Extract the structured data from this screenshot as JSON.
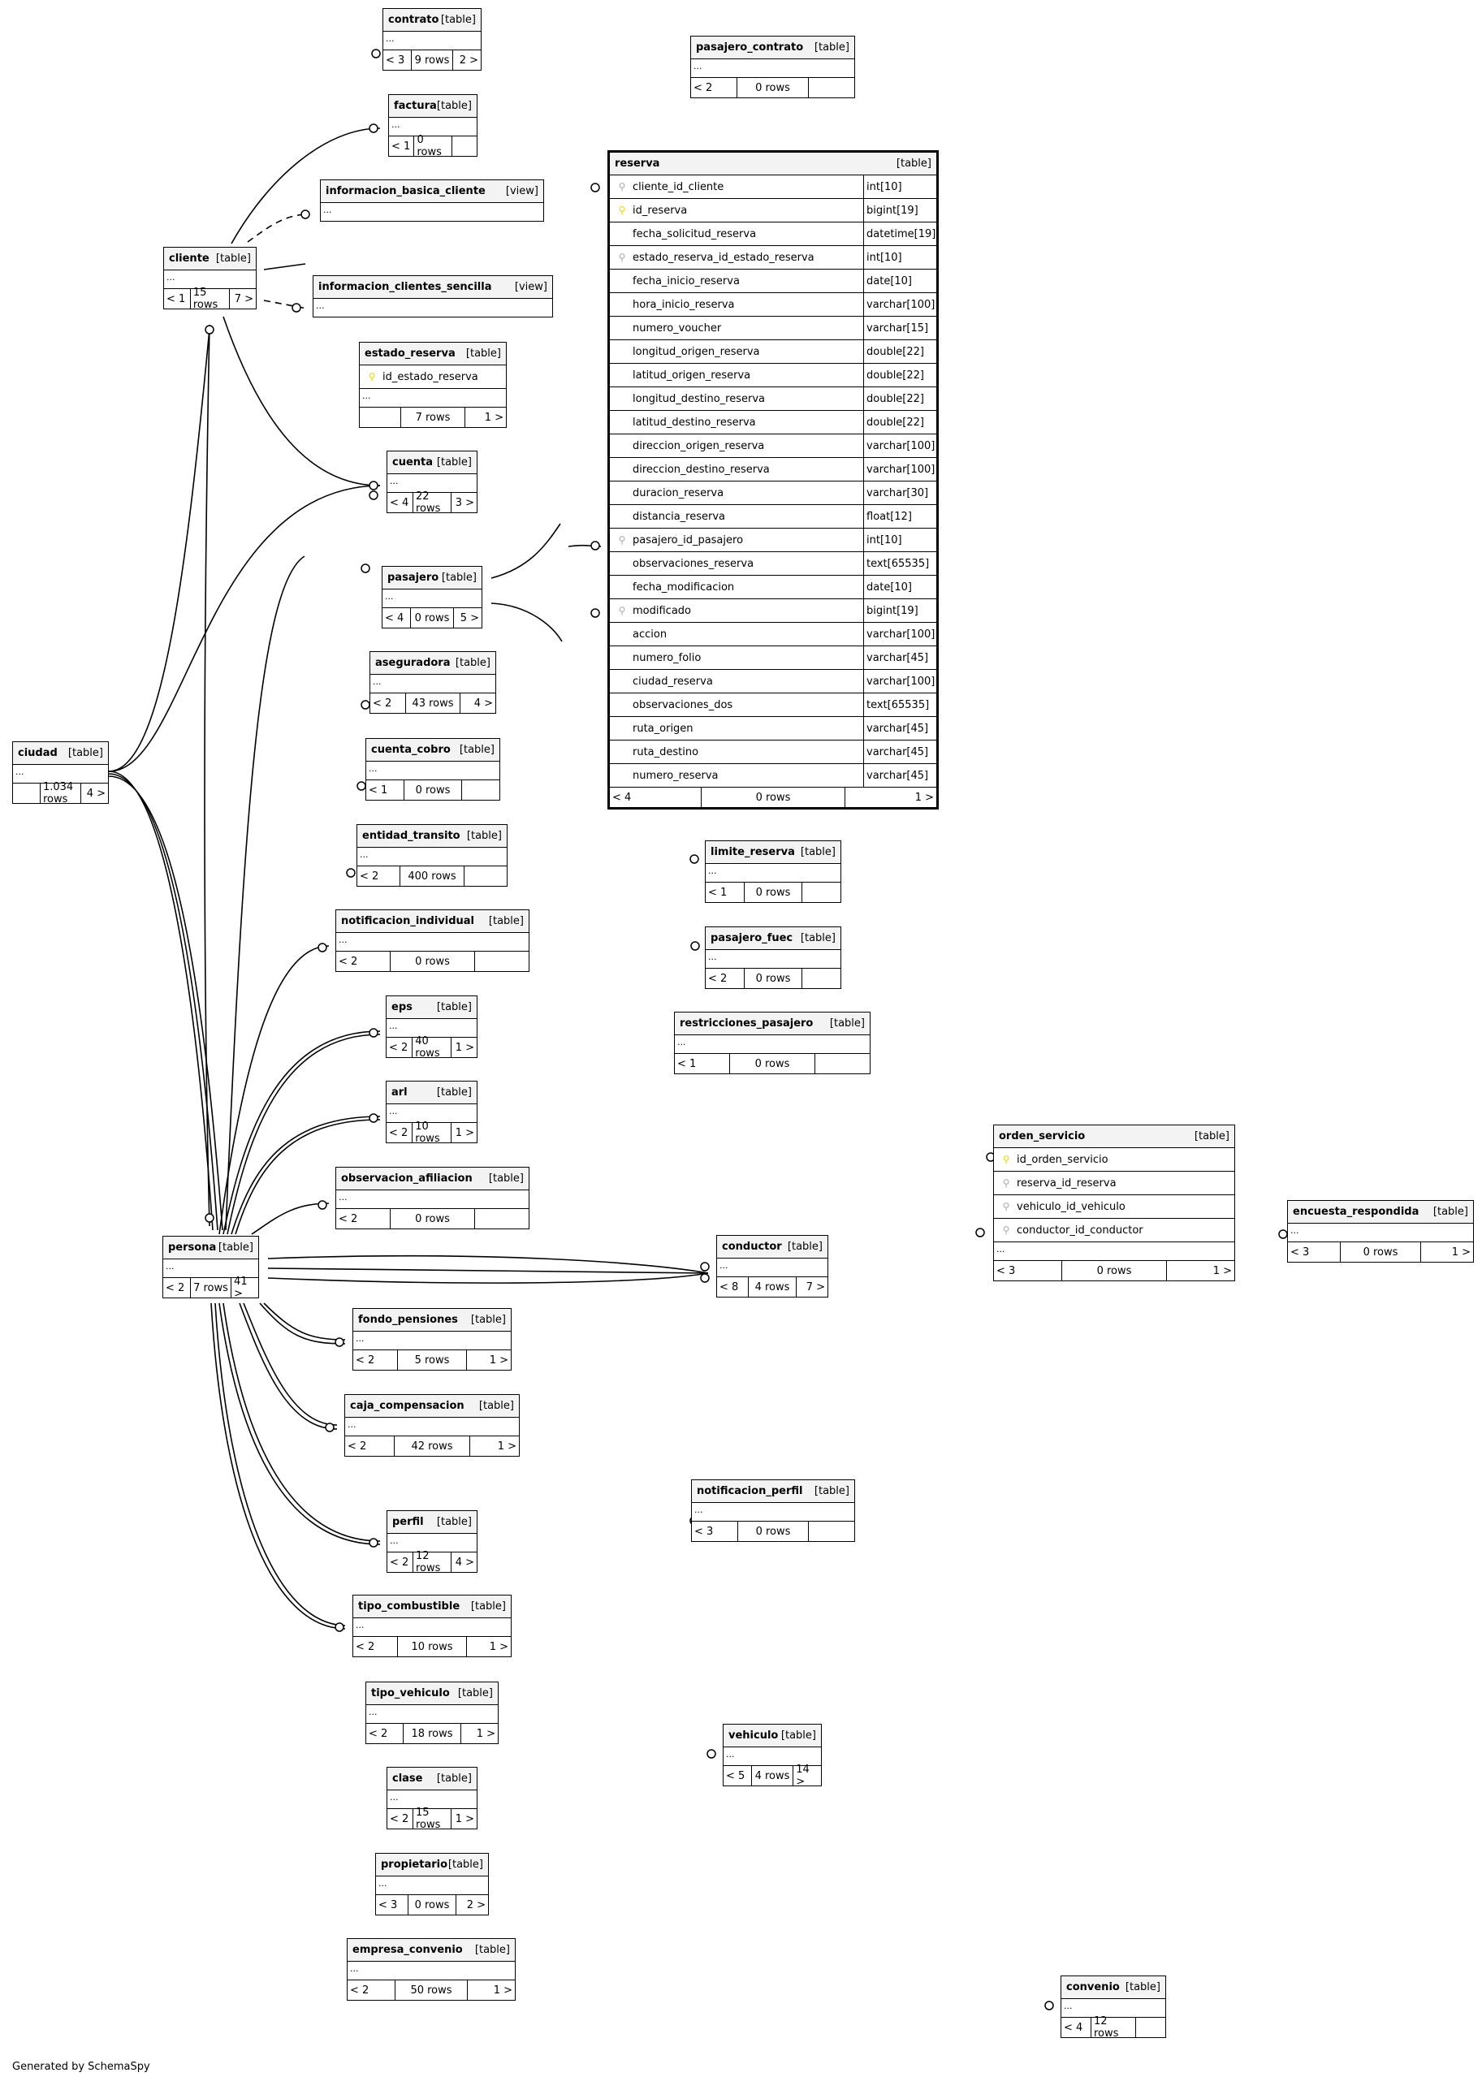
{
  "footer_text": "Generated by SchemaSpy",
  "tables": [
    {
      "name": "contrato",
      "kind": "[table]",
      "footer": [
        "< 3",
        "9 rows",
        "2 >"
      ]
    },
    {
      "name": "pasajero_contrato",
      "kind": "[table]",
      "footer": [
        "< 2",
        "0 rows",
        ""
      ]
    },
    {
      "name": "factura",
      "kind": "[table]",
      "footer": [
        "< 1",
        "0 rows",
        ""
      ]
    },
    {
      "name": "informacion_basica_cliente",
      "kind": "[view]"
    },
    {
      "name": "cliente",
      "kind": "[table]",
      "footer": [
        "< 1",
        "15 rows",
        "7 >"
      ]
    },
    {
      "name": "informacion_clientes_sencilla",
      "kind": "[view]"
    },
    {
      "name": "estado_reserva",
      "kind": "[table]",
      "columns": [
        {
          "name": "id_estado_reserva",
          "key": "pk"
        }
      ],
      "footer": [
        "",
        "7 rows",
        "1 >"
      ]
    },
    {
      "name": "cuenta",
      "kind": "[table]",
      "footer": [
        "< 4",
        "22 rows",
        "3 >"
      ]
    },
    {
      "name": "pasajero",
      "kind": "[table]",
      "footer": [
        "< 4",
        "0 rows",
        "5 >"
      ]
    },
    {
      "name": "aseguradora",
      "kind": "[table]",
      "footer": [
        "< 2",
        "43 rows",
        "4 >"
      ]
    },
    {
      "name": "cuenta_cobro",
      "kind": "[table]",
      "footer": [
        "< 1",
        "0 rows",
        ""
      ]
    },
    {
      "name": "entidad_transito",
      "kind": "[table]",
      "footer": [
        "< 2",
        "400 rows",
        ""
      ]
    },
    {
      "name": "notificacion_individual",
      "kind": "[table]",
      "footer": [
        "< 2",
        "0 rows",
        ""
      ]
    },
    {
      "name": "eps",
      "kind": "[table]",
      "footer": [
        "< 2",
        "40 rows",
        "1 >"
      ]
    },
    {
      "name": "arl",
      "kind": "[table]",
      "footer": [
        "< 2",
        "10 rows",
        "1 >"
      ]
    },
    {
      "name": "observacion_afiliacion",
      "kind": "[table]",
      "footer": [
        "< 2",
        "0 rows",
        ""
      ]
    },
    {
      "name": "persona",
      "kind": "[table]",
      "footer": [
        "< 2",
        "7 rows",
        "41 >"
      ]
    },
    {
      "name": "conductor",
      "kind": "[table]",
      "footer": [
        "< 8",
        "4 rows",
        "7 >"
      ]
    },
    {
      "name": "fondo_pensiones",
      "kind": "[table]",
      "footer": [
        "< 2",
        "5 rows",
        "1 >"
      ]
    },
    {
      "name": "caja_compensacion",
      "kind": "[table]",
      "footer": [
        "< 2",
        "42 rows",
        "1 >"
      ]
    },
    {
      "name": "notificacion_perfil",
      "kind": "[table]",
      "footer": [
        "< 3",
        "0 rows",
        ""
      ]
    },
    {
      "name": "perfil",
      "kind": "[table]",
      "footer": [
        "< 2",
        "12 rows",
        "4 >"
      ]
    },
    {
      "name": "tipo_combustible",
      "kind": "[table]",
      "footer": [
        "< 2",
        "10 rows",
        "1 >"
      ]
    },
    {
      "name": "tipo_vehiculo",
      "kind": "[table]",
      "footer": [
        "< 2",
        "18 rows",
        "1 >"
      ]
    },
    {
      "name": "vehiculo",
      "kind": "[table]",
      "footer": [
        "< 5",
        "4 rows",
        "14 >"
      ]
    },
    {
      "name": "clase",
      "kind": "[table]",
      "footer": [
        "< 2",
        "15 rows",
        "1 >"
      ]
    },
    {
      "name": "propietario",
      "kind": "[table]",
      "footer": [
        "< 3",
        "0 rows",
        "2 >"
      ]
    },
    {
      "name": "empresa_convenio",
      "kind": "[table]",
      "footer": [
        "< 2",
        "50 rows",
        "1 >"
      ]
    },
    {
      "name": "convenio",
      "kind": "[table]",
      "footer": [
        "< 4",
        "12 rows",
        ""
      ]
    },
    {
      "name": "ciudad",
      "kind": "[table]",
      "footer": [
        "",
        "1.034 rows",
        "4 >"
      ]
    },
    {
      "name": "reserva",
      "kind": "[table]",
      "focus": true,
      "nodots": true,
      "columns": [
        {
          "name": "cliente_id_cliente",
          "type": "int[10]",
          "key": "fk"
        },
        {
          "name": "id_reserva",
          "type": "bigint[19]",
          "key": "pk"
        },
        {
          "name": "fecha_solicitud_reserva",
          "type": "datetime[19]"
        },
        {
          "name": "estado_reserva_id_estado_reserva",
          "type": "int[10]",
          "key": "fk"
        },
        {
          "name": "fecha_inicio_reserva",
          "type": "date[10]"
        },
        {
          "name": "hora_inicio_reserva",
          "type": "varchar[100]"
        },
        {
          "name": "numero_voucher",
          "type": "varchar[15]"
        },
        {
          "name": "longitud_origen_reserva",
          "type": "double[22]"
        },
        {
          "name": "latitud_origen_reserva",
          "type": "double[22]"
        },
        {
          "name": "longitud_destino_reserva",
          "type": "double[22]"
        },
        {
          "name": "latitud_destino_reserva",
          "type": "double[22]"
        },
        {
          "name": "direccion_origen_reserva",
          "type": "varchar[100]"
        },
        {
          "name": "direccion_destino_reserva",
          "type": "varchar[100]"
        },
        {
          "name": "duracion_reserva",
          "type": "varchar[30]"
        },
        {
          "name": "distancia_reserva",
          "type": "float[12]"
        },
        {
          "name": "pasajero_id_pasajero",
          "type": "int[10]",
          "key": "fk"
        },
        {
          "name": "observaciones_reserva",
          "type": "text[65535]"
        },
        {
          "name": "fecha_modificacion",
          "type": "date[10]"
        },
        {
          "name": "modificado",
          "type": "bigint[19]",
          "key": "fk"
        },
        {
          "name": "accion",
          "type": "varchar[100]"
        },
        {
          "name": "numero_folio",
          "type": "varchar[45]"
        },
        {
          "name": "ciudad_reserva",
          "type": "varchar[100]"
        },
        {
          "name": "observaciones_dos",
          "type": "text[65535]"
        },
        {
          "name": "ruta_origen",
          "type": "varchar[45]"
        },
        {
          "name": "ruta_destino",
          "type": "varchar[45]"
        },
        {
          "name": "numero_reserva",
          "type": "varchar[45]"
        }
      ],
      "footer": [
        "< 4",
        "0 rows",
        "1 >"
      ]
    },
    {
      "name": "limite_reserva",
      "kind": "[table]",
      "footer": [
        "< 1",
        "0 rows",
        ""
      ]
    },
    {
      "name": "pasajero_fuec",
      "kind": "[table]",
      "footer": [
        "< 2",
        "0 rows",
        ""
      ]
    },
    {
      "name": "restricciones_pasajero",
      "kind": "[table]",
      "footer": [
        "< 1",
        "0 rows",
        ""
      ]
    },
    {
      "name": "orden_servicio",
      "kind": "[table]",
      "columns": [
        {
          "name": "id_orden_servicio",
          "key": "pk"
        },
        {
          "name": "reserva_id_reserva",
          "key": "fk"
        },
        {
          "name": "vehiculo_id_vehiculo",
          "key": "fk"
        },
        {
          "name": "conductor_id_conductor",
          "key": "fk"
        }
      ],
      "footer": [
        "< 3",
        "0 rows",
        "1 >"
      ]
    },
    {
      "name": "encuesta_respondida",
      "kind": "[table]",
      "footer": [
        "< 3",
        "0 rows",
        "1 >"
      ]
    }
  ]
}
